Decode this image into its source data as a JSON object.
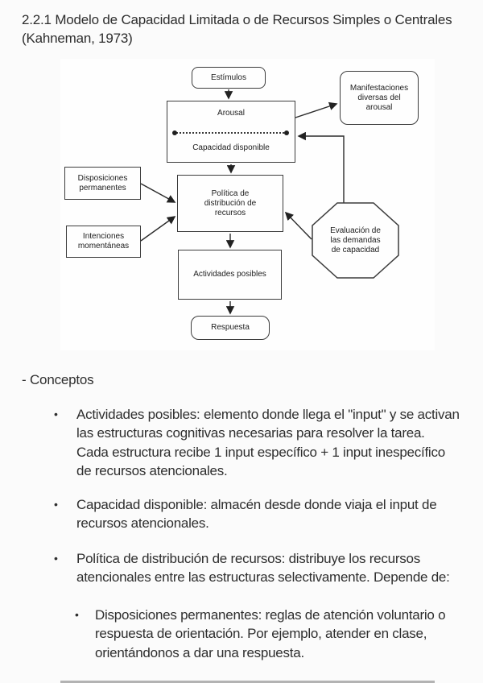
{
  "page": {
    "background": "#fbfbfb",
    "title_lines": [
      "2.2.1 Modelo de Capacidad Limitada o de Recursos Simples o Centrales",
      "(Kahneman, 1973)"
    ],
    "section_heading": "- Conceptos"
  },
  "diagram": {
    "stroke_color": "#3c3c3c",
    "nodes": {
      "estimulos": "Estímulos",
      "arousal": "Arousal",
      "capacidad": "Capacidad disponible",
      "manifestaciones": "Manifestaciones diversas del arousal",
      "disposiciones": "Disposiciones permanentes",
      "intenciones": "Intenciones momentáneas",
      "politica": "Política de distribución de recursos",
      "evaluacion": "Evaluación de las demandas de capacidad",
      "actividades": "Actividades posibles",
      "respuesta": "Respuesta"
    }
  },
  "concepts": {
    "bullet_glyph": "•",
    "bullets": [
      {
        "level": 1,
        "text": "Actividades posibles: elemento donde llega el \"input\" y se activan las estructuras cognitivas necesarias para resolver la tarea. Cada estructura recibe 1 input específico + 1 input inespecífico de recursos atencionales."
      },
      {
        "level": 1,
        "text": "Capacidad disponible: almacén desde donde viaja el input de recursos atencionales."
      },
      {
        "level": 1,
        "text": "Política de distribución de recursos: distribuye los recursos atencionales entre las estructuras selectivamente. Depende de:"
      },
      {
        "level": 2,
        "text": "Disposiciones permanentes: reglas de atención voluntario o respuesta de orientación. Por ejemplo, atender en clase, orientándonos a dar una respuesta."
      }
    ]
  }
}
